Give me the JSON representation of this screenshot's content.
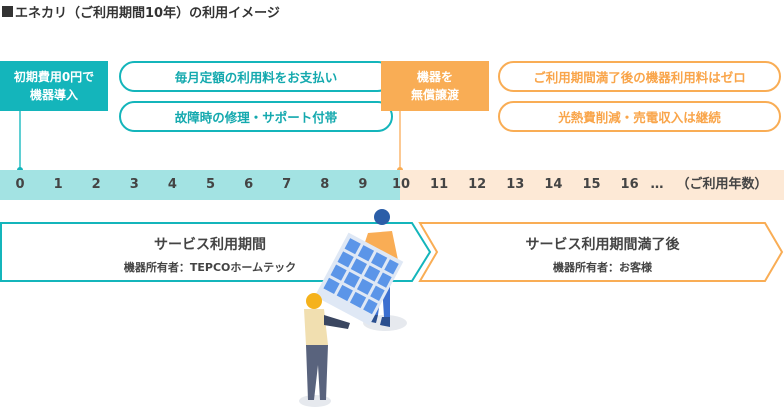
{
  "title": "エネカリ（ご利用期間10年）の利用イメージ",
  "start_box": {
    "line1": "初期費用0円で",
    "line2": "機器導入"
  },
  "start_pills": [
    "毎月定額の利用料をお支払い",
    "故障時の修理・サポート付帯"
  ],
  "transfer_box": {
    "line1": "機器を",
    "line2": "無償譲渡"
  },
  "after_pills": [
    "ご利用期間満了後の機器利用料はゼロ",
    "光熱費削減・売電収入は継続"
  ],
  "timeline": {
    "years": [
      "0",
      "1",
      "2",
      "3",
      "4",
      "5",
      "6",
      "7",
      "8",
      "9",
      "10",
      "11",
      "12",
      "13",
      "14",
      "15",
      "16"
    ],
    "ellipsis": "…",
    "unit_label": "（ご利用年数）"
  },
  "phases": [
    {
      "title": "サービス利用期間",
      "owner": "機器所有者：TEPCOホームテック"
    },
    {
      "title": "サービス利用期間満了後",
      "owner": "機器所有者：お客様"
    }
  ],
  "colors": {
    "teal": "#14b5bb",
    "teal_light": "#a3e3e3",
    "orange": "#f9ad55",
    "peach": "#fde9d6"
  }
}
